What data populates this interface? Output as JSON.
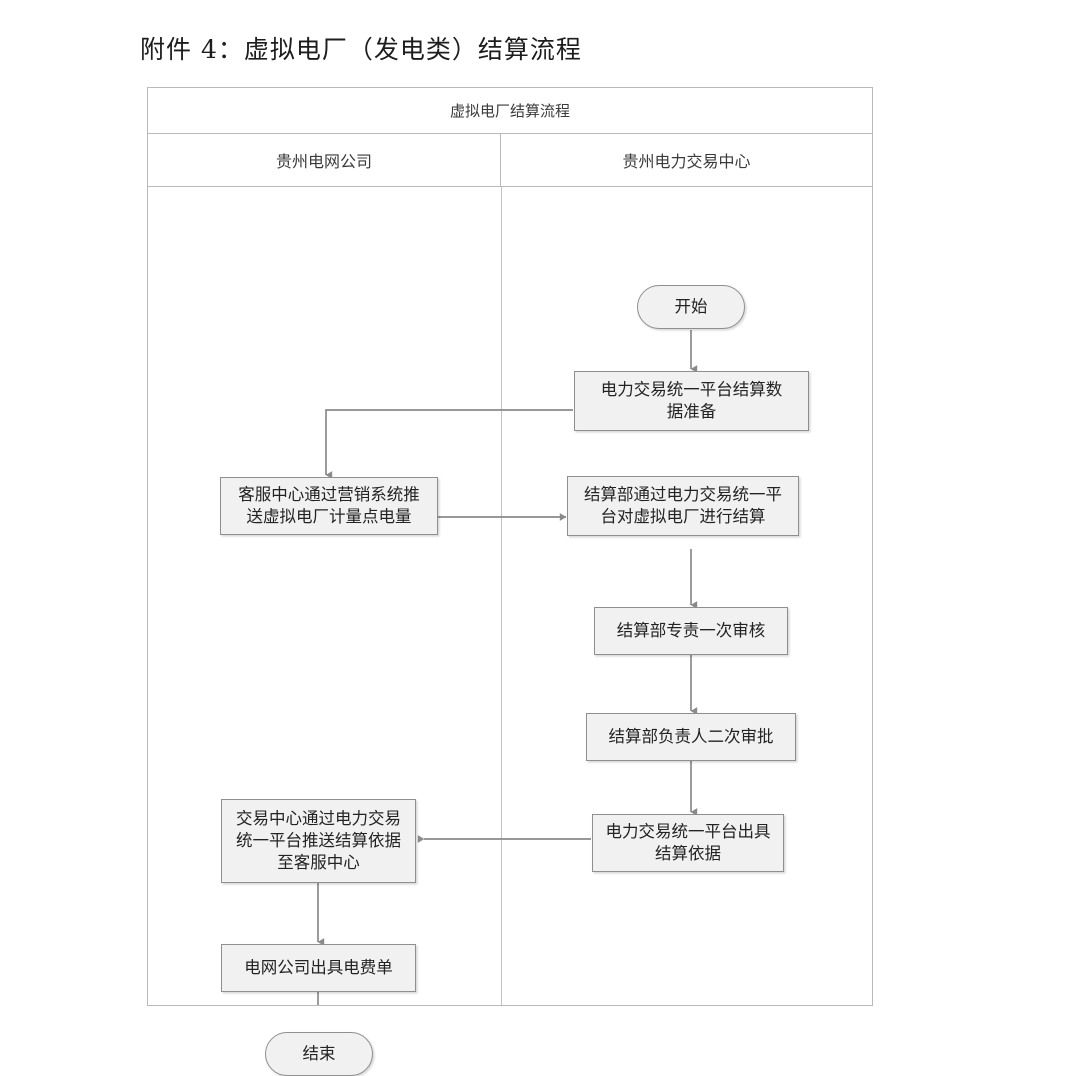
{
  "document": {
    "title": "附件 4：虚拟电厂（发电类）结算流程"
  },
  "diagram": {
    "header": "虚拟电厂结算流程",
    "lanes": [
      {
        "id": "lane-grid-company",
        "label": "贵州电网公司"
      },
      {
        "id": "lane-trading-center",
        "label": "贵州电力交易中心"
      }
    ],
    "nodes": [
      {
        "id": "start",
        "lane": "lane-trading-center",
        "shape": "terminator",
        "label": "开始"
      },
      {
        "id": "data-prep",
        "lane": "lane-trading-center",
        "shape": "process",
        "label": "电力交易统一平台结算数\n据准备"
      },
      {
        "id": "push-metering",
        "lane": "lane-grid-company",
        "shape": "process",
        "label": "客服中心通过营销系统推\n送虚拟电厂计量点电量"
      },
      {
        "id": "settlement",
        "lane": "lane-trading-center",
        "shape": "process",
        "label": "结算部通过电力交易统一平\n台对虚拟电厂进行结算"
      },
      {
        "id": "first-review",
        "lane": "lane-trading-center",
        "shape": "process",
        "label": "结算部专责一次审核"
      },
      {
        "id": "second-approval",
        "lane": "lane-trading-center",
        "shape": "process",
        "label": "结算部负责人二次审批"
      },
      {
        "id": "issue-basis",
        "lane": "lane-trading-center",
        "shape": "process",
        "label": "电力交易统一平台出具\n结算依据"
      },
      {
        "id": "push-basis",
        "lane": "lane-grid-company",
        "shape": "process",
        "label": "交易中心通过电力交易\n统一平台推送结算依据\n至客服中心"
      },
      {
        "id": "issue-bill",
        "lane": "lane-grid-company",
        "shape": "process",
        "label": "电网公司出具电费单"
      },
      {
        "id": "end",
        "lane": "lane-grid-company",
        "shape": "terminator",
        "label": "结束"
      }
    ],
    "edges": [
      {
        "from": "start",
        "to": "data-prep",
        "type": "straight-down"
      },
      {
        "from": "data-prep",
        "to": "push-metering",
        "type": "elbow-left-down"
      },
      {
        "from": "push-metering",
        "to": "settlement",
        "type": "straight-right"
      },
      {
        "from": "settlement",
        "to": "first-review",
        "type": "straight-down"
      },
      {
        "from": "first-review",
        "to": "second-approval",
        "type": "straight-down"
      },
      {
        "from": "second-approval",
        "to": "issue-basis",
        "type": "straight-down"
      },
      {
        "from": "issue-basis",
        "to": "push-basis",
        "type": "straight-left"
      },
      {
        "from": "push-basis",
        "to": "issue-bill",
        "type": "straight-down"
      },
      {
        "from": "issue-bill",
        "to": "end",
        "type": "straight-down"
      }
    ],
    "colors": {
      "node_fill": "#f1f1f1",
      "node_border": "#8f8f8f",
      "table_border": "#b9b9b9",
      "connector": "#8a8a8a",
      "text": "#232323"
    }
  }
}
